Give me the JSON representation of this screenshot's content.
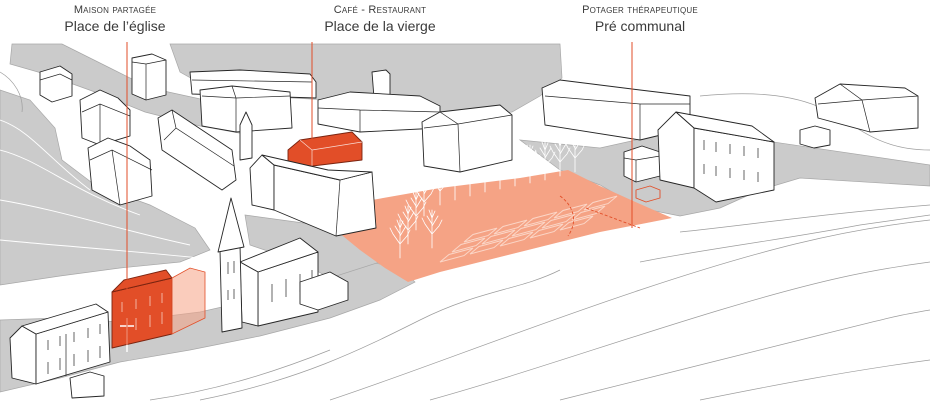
{
  "labels": [
    {
      "title": "Maison partagée",
      "subtitle": "Place de l’église"
    },
    {
      "title": "Café - Restaurant",
      "subtitle": "Place de la vierge"
    },
    {
      "title": "Potager thérapeutique",
      "subtitle": "Pré communal"
    }
  ],
  "colors": {
    "accent": "#e24e28",
    "field": "#f5a385",
    "road": "#cbcbcb",
    "outline": "#262626"
  }
}
